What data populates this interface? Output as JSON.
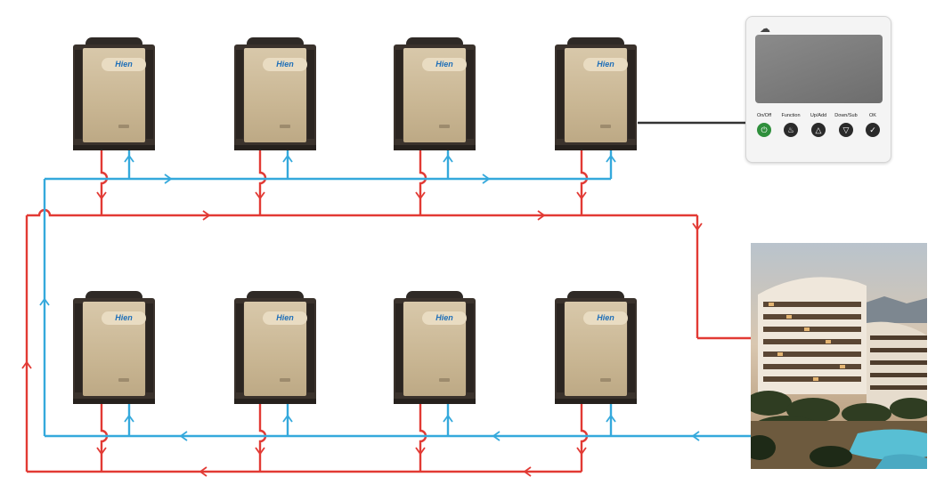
{
  "units": [
    {
      "brand": "Hien"
    },
    {
      "brand": "Hien"
    },
    {
      "brand": "Hien"
    },
    {
      "brand": "Hien"
    },
    {
      "brand": "Hien"
    },
    {
      "brand": "Hien"
    },
    {
      "brand": "Hien"
    },
    {
      "brand": "Hien"
    }
  ],
  "controller": {
    "buttons": [
      {
        "label": "On/Off",
        "icon": "power-icon"
      },
      {
        "label": "Function",
        "icon": "function-icon"
      },
      {
        "label": "Up/Add",
        "icon": "up-arrow-icon"
      },
      {
        "label": "Down/Sub",
        "icon": "down-arrow-icon"
      },
      {
        "label": "OK",
        "icon": "ok-icon"
      }
    ],
    "cloud_icon": "cloud-icon"
  },
  "building": {
    "icon": "hotel-building-image"
  },
  "colors": {
    "supply": "#e23a34",
    "return": "#35a9dc",
    "unit_body": "#3a322c",
    "unit_panel": "#cdbb9c",
    "brand_text": "#1f6fb8",
    "power_button": "#2f8f3c"
  }
}
